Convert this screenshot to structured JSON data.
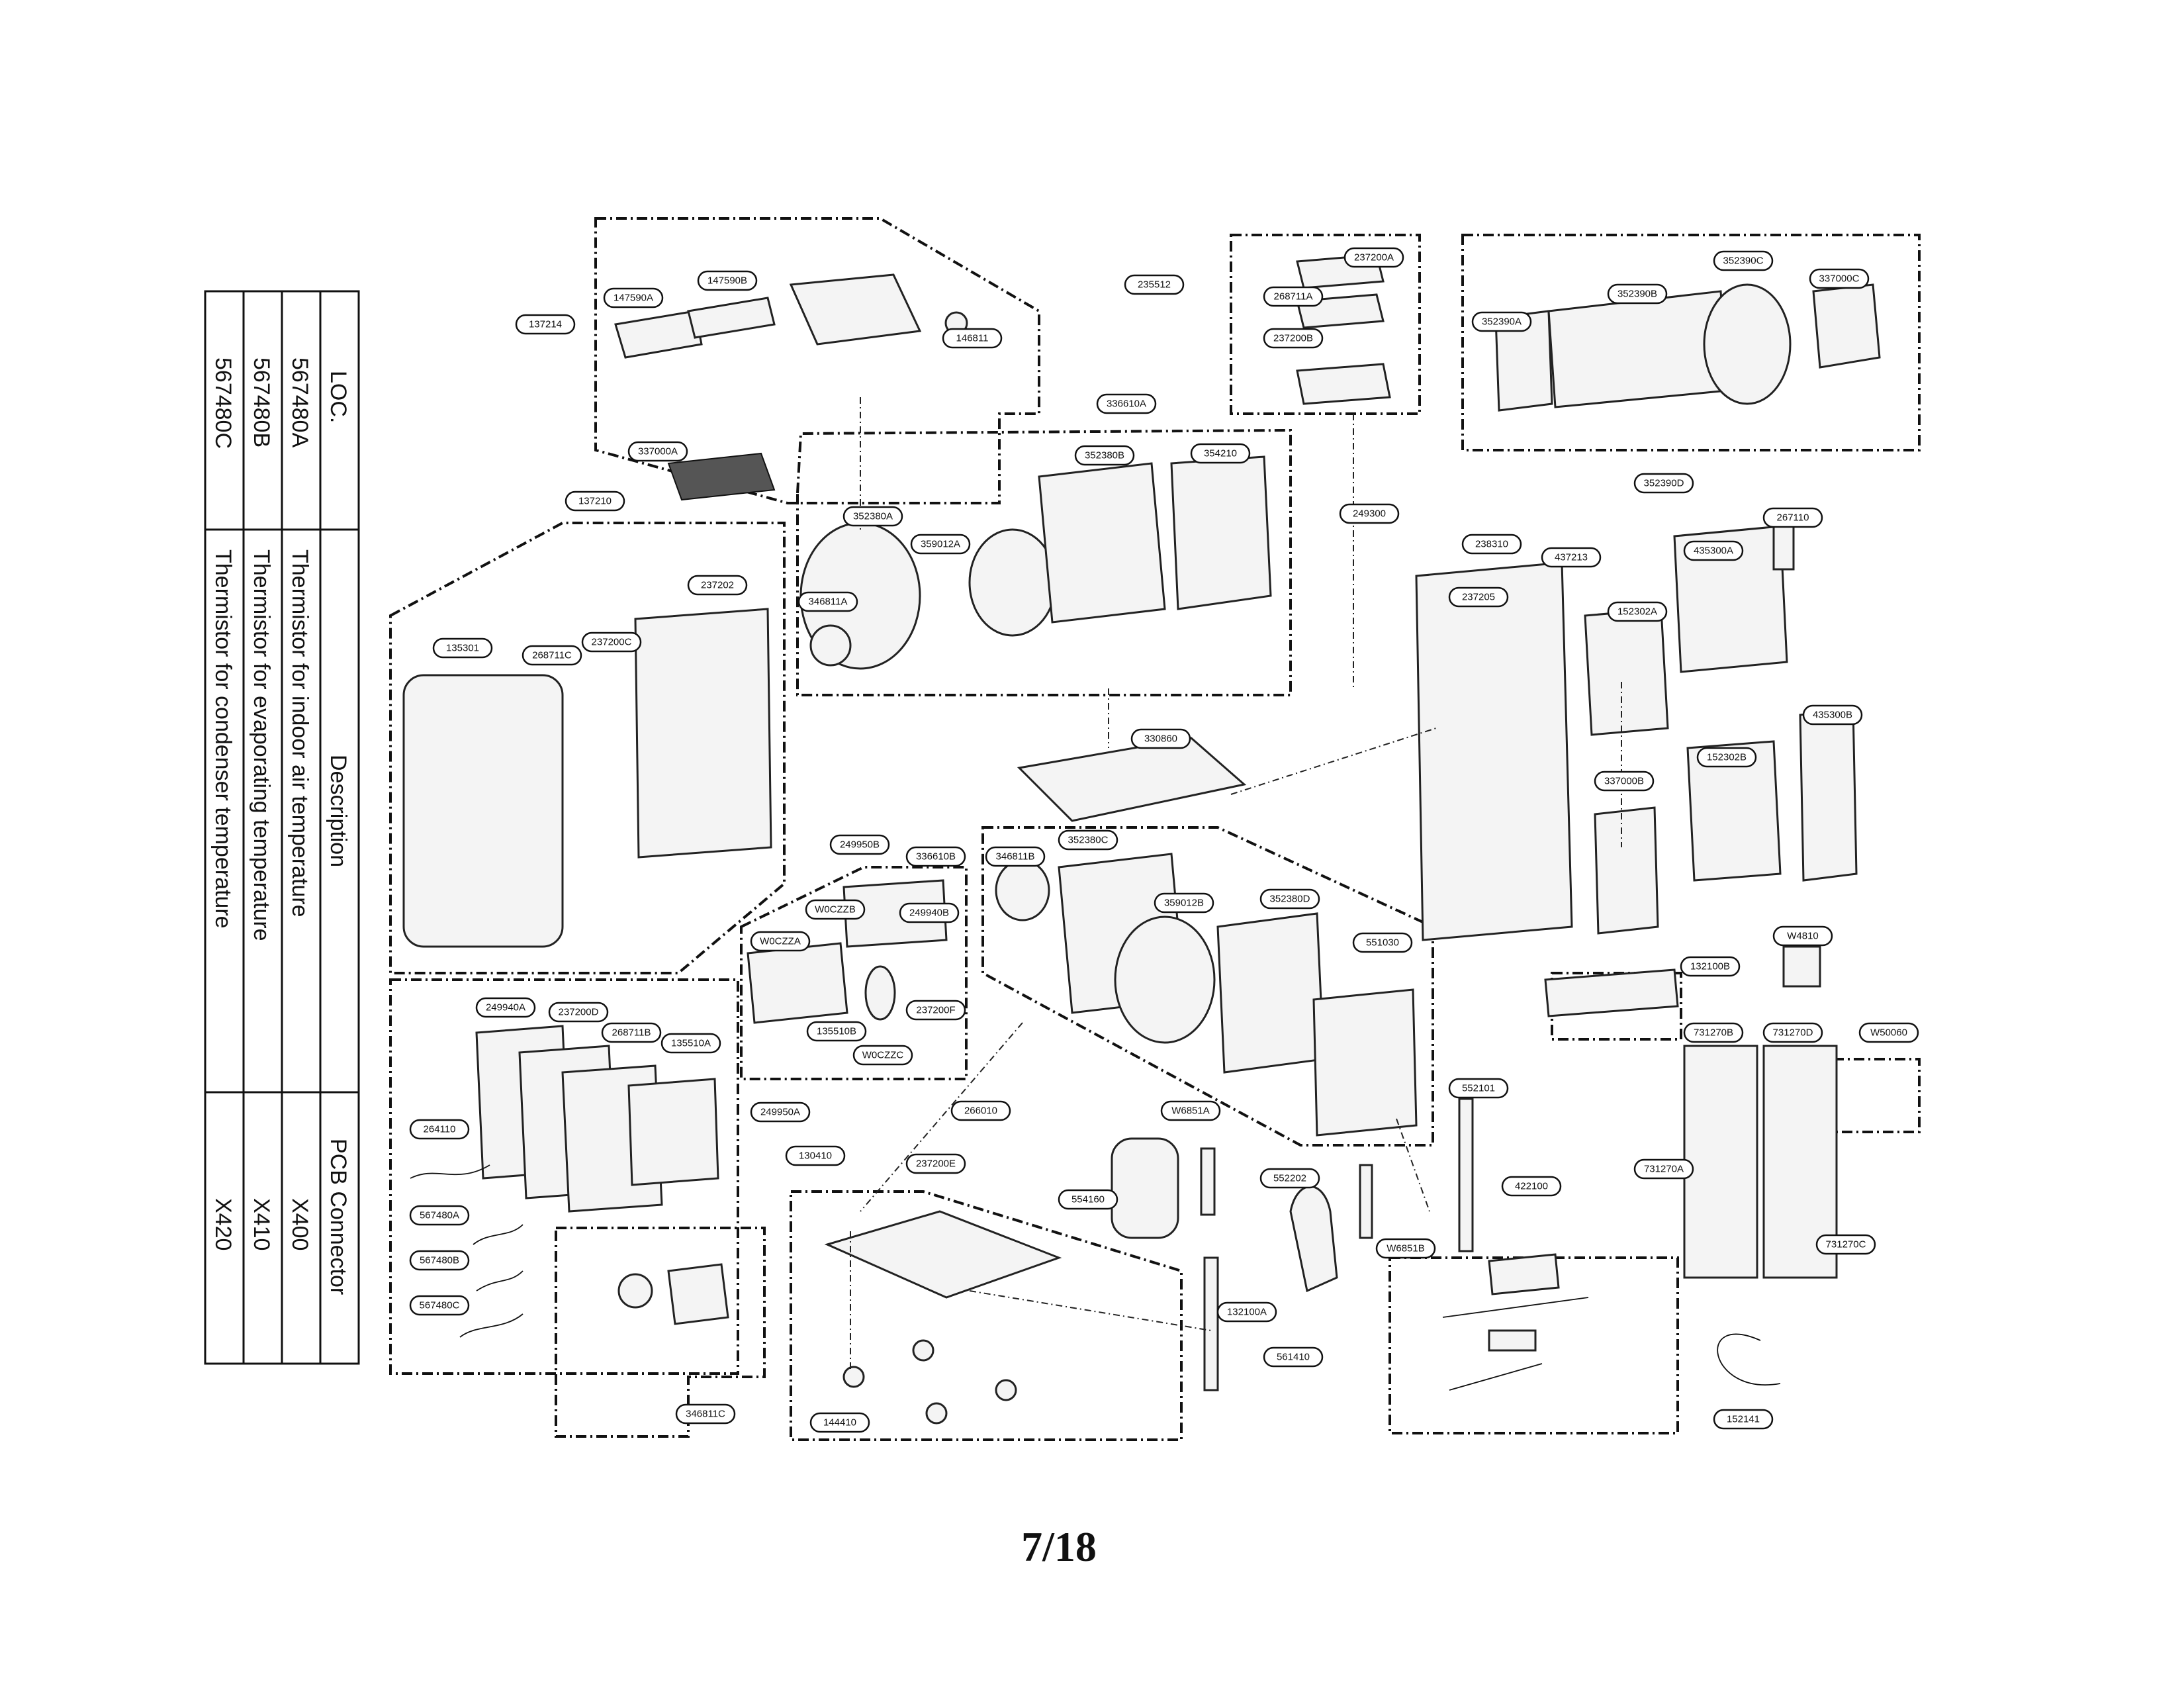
{
  "table": {
    "headers": [
      "LOC.",
      "Description",
      "PCB Connector"
    ],
    "rows": [
      [
        "567480A",
        "Thermistor for indoor air temperature",
        "X400"
      ],
      [
        "567480B",
        "Thermistor for evaporating temperature",
        "X410"
      ],
      [
        "567480C",
        "Thermistor for condenser temperature",
        "X420"
      ]
    ]
  },
  "callouts": [
    "137214",
    "147590A",
    "147590B",
    "146811",
    "337000A",
    "235512",
    "237200A",
    "268711A",
    "237200B",
    "352390A",
    "352390B",
    "352390C",
    "337000C",
    "352390D",
    "336610A",
    "352380B",
    "354210",
    "352380A",
    "359012A",
    "346811A",
    "249300",
    "137210",
    "237202",
    "135301",
    "268711C",
    "237200C",
    "238310",
    "437213",
    "237205",
    "152302A",
    "435300A",
    "267110",
    "435300B",
    "152302B",
    "337000B",
    "330860",
    "249950B",
    "336610B",
    "346811B",
    "352380C",
    "359012B",
    "352380D",
    "551030",
    "W0CZZB",
    "W0CZZA",
    "249940B",
    "135510B",
    "W0CZZC",
    "237200F",
    "W4810",
    "132100B",
    "731270B",
    "731270D",
    "W50060",
    "731270A",
    "731270C",
    "249940A",
    "237200D",
    "268711B",
    "135510A",
    "249950A",
    "264110",
    "567480A",
    "567480B",
    "567480C",
    "346811C",
    "130410",
    "266010",
    "237200E",
    "144410",
    "W6851A",
    "554160",
    "132100A",
    "552202",
    "561410",
    "W6851B",
    "552101",
    "422100",
    "152141"
  ],
  "page_number": "7/18"
}
